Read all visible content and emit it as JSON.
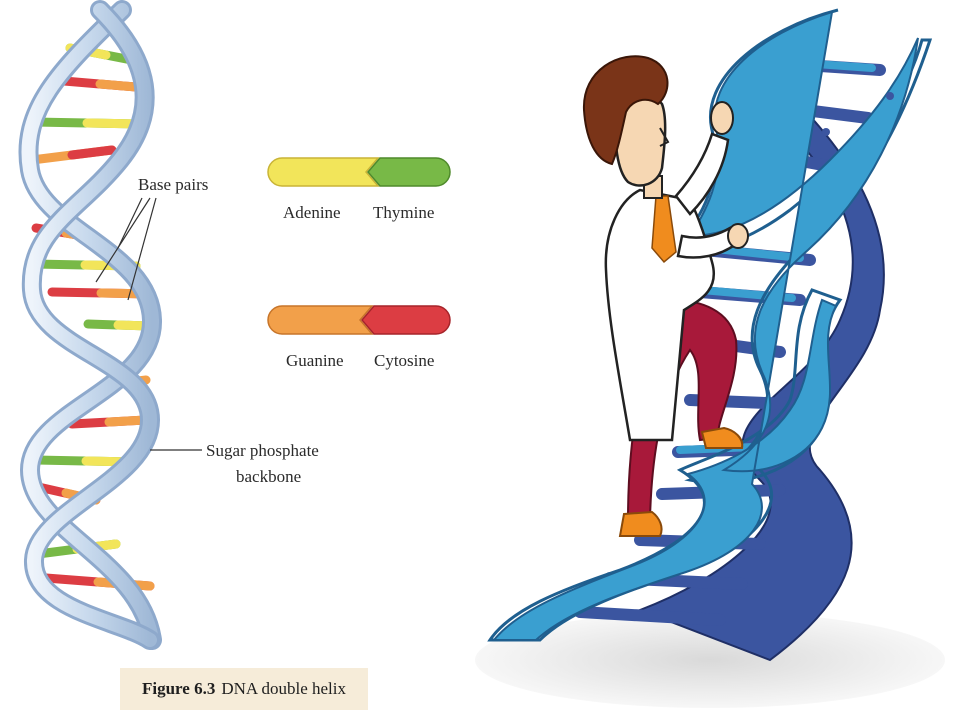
{
  "labels": {
    "base_pairs": "Base pairs",
    "sugar_backbone_line1": "Sugar phosphate",
    "sugar_backbone_line2": "backbone"
  },
  "legend": [
    {
      "left": "Adenine",
      "right": "Thymine",
      "left_color": "#f2e55a",
      "right_color": "#78b947"
    },
    {
      "left": "Guanine",
      "right": "Cytosine",
      "left_color": "#f2a04a",
      "right_color": "#dc3d43"
    }
  ],
  "caption": {
    "figure": "Figure 6.3",
    "text": "DNA double helix"
  },
  "colors": {
    "helix_strand": "#c9d9ea",
    "cartoon_helix": "#3a9fd0",
    "cartoon_helix_dark": "#3b55a0",
    "lab_coat": "#ffffff",
    "trousers": "#a8193a",
    "shoes": "#f08c1e",
    "hair": "#7a3418",
    "tie": "#f08c1e"
  },
  "icons": [
    "dna-helix-icon",
    "scientist-icon"
  ]
}
